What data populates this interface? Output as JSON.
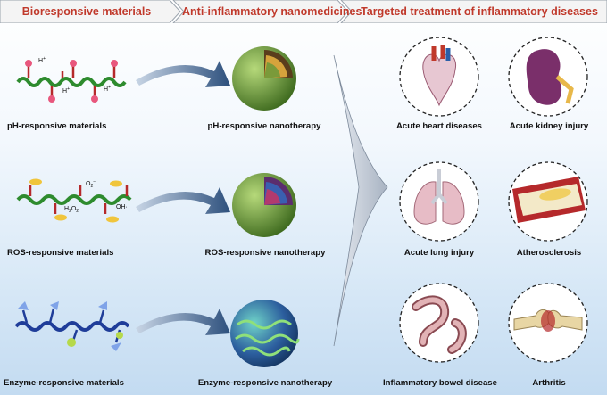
{
  "header": {
    "col1": "Bioresponsive materials",
    "col2": "Anti-inflammatory nanomedicines",
    "col3": "Targeted treatment of inflammatory diseases"
  },
  "rows": [
    {
      "material": "pH-responsive materials",
      "therapy": "pH-responsive nanotherapy",
      "chem": {
        "h1": "H",
        "h2": "H",
        "h3": "H",
        "plus": "+"
      }
    },
    {
      "material": "ROS-responsive materials",
      "therapy": "ROS-responsive nanotherapy",
      "chem": {
        "o2": "O",
        "o2_sub": "2",
        "o2_sup": "−",
        "h2o2_a": "H",
        "h2o2_b": "2",
        "h2o2_c": "O",
        "h2o2_d": "2",
        "oh": "OH·"
      }
    },
    {
      "material": "Enzyme-responsive materials",
      "therapy": "Enzyme-responsive nanotherapy"
    }
  ],
  "diseases": [
    "Acute heart diseases",
    "Acute kidney injury",
    "Acute lung injury",
    "Atherosclerosis",
    "Inflammatory bowel disease",
    "Arthritis"
  ],
  "colors": {
    "header_text": "#c0392b",
    "banner_fill": "#f4f4f4",
    "polymer_green": "#2e8b2e",
    "polymer_blue": "#1f3d99",
    "arrow_blue": "#2c4f7c",
    "sphere_green": "#6fa33a"
  }
}
